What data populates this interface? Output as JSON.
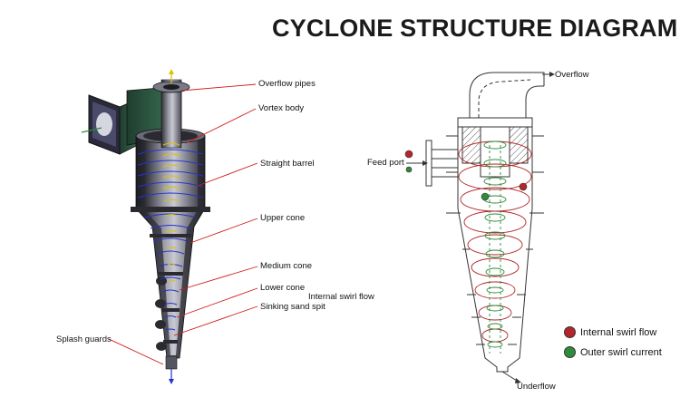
{
  "title": "CYCLONE STRUCTURE DIAGRAM",
  "left_labels": {
    "overflow_pipes": "Overflow pipes",
    "vortex_body": "Vortex body",
    "straight_barrel": "Straight barrel",
    "upper_cone": "Upper cone",
    "medium_cone": "Medium cone",
    "lower_cone": "Lower cone",
    "internal_swirl_flow": "Internal swirl flow",
    "sinking_sand_spit": "Sinking sand spit",
    "splash_guards": "Splash guards"
  },
  "right_labels": {
    "overflow": "Overflow",
    "feed_port": "Feed port",
    "underflow": "Underflow"
  },
  "legend": [
    {
      "label": "Internal swirl flow",
      "color": "#b3262a"
    },
    {
      "label": "Outer swirl current",
      "color": "#2e8b3a"
    }
  ],
  "colors": {
    "pointer": "#d11a1a",
    "steel": "#8f8f99",
    "steel_dark": "#3a3a42",
    "spiral_blue": "#2233cc",
    "spiral_yellow": "#d9c200",
    "flange_green": "#2f5c44",
    "inner_red": "#b3262a",
    "outer_green": "#2e8b3a"
  }
}
